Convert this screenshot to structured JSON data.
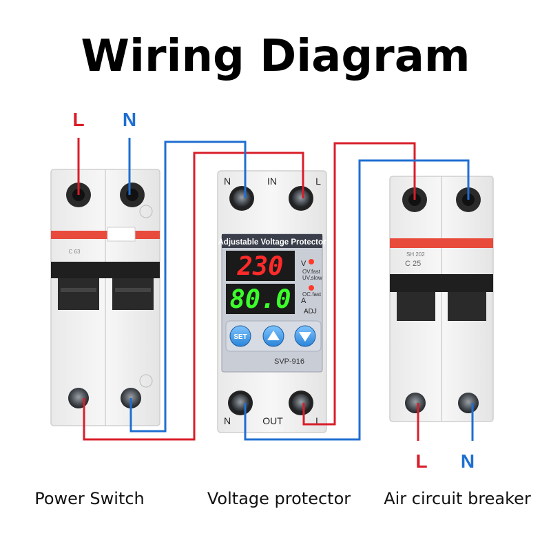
{
  "title": "Wiring Diagram",
  "colors": {
    "live": "#d81e2a",
    "neutral": "#1f6fd1",
    "red_display": "#ff2a2a",
    "green_display": "#3bff2a"
  },
  "supply_labels": {
    "live": "L",
    "neutral": "N"
  },
  "output_labels": {
    "live": "L",
    "neutral": "N"
  },
  "power_switch": {
    "caption": "Power Switch",
    "rating": "C 63"
  },
  "voltage_protector": {
    "caption": "Voltage protector",
    "panel_title": "Adjustable Voltage Protector",
    "input_label": "IN",
    "output_label": "OUT",
    "terminal_n": "N",
    "terminal_l": "L",
    "voltage_reading": "230",
    "current_reading": "80.0",
    "unit_v": "V",
    "unit_a": "A",
    "ov_fast": "OV.fast",
    "uv_slow": "UV.slow",
    "oc_fast": "OC.fast",
    "adj": "ADJ",
    "button_set": "SET",
    "button_up_icon": "triangle-up-icon",
    "button_down_icon": "triangle-down-icon",
    "model": "SVP-916"
  },
  "air_breaker": {
    "caption": "Air circuit breaker",
    "model": "SH 202",
    "rating": "C 25"
  }
}
